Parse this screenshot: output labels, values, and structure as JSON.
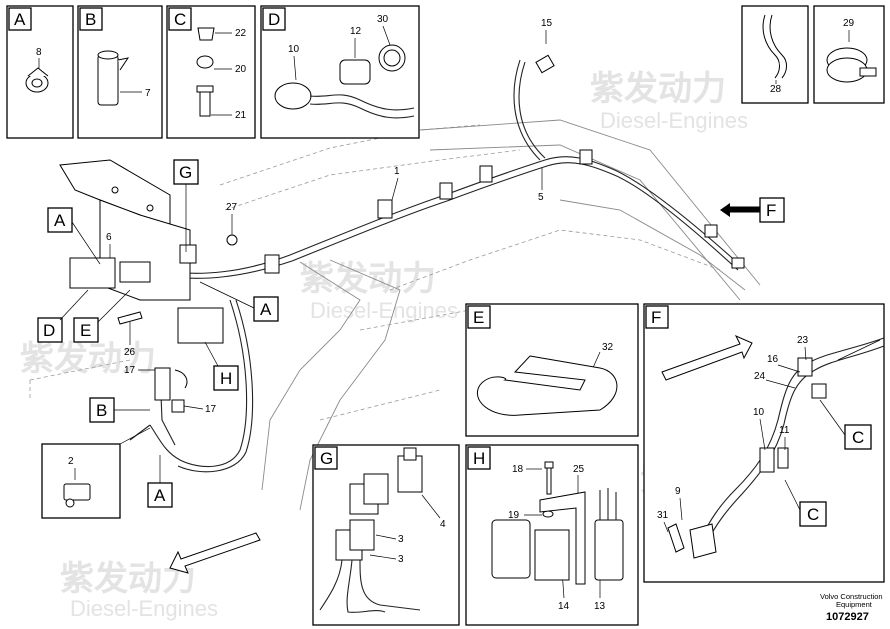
{
  "watermark": {
    "cn": "紫发动力",
    "en": "Diesel-Engines"
  },
  "detail_boxes": {
    "A": {
      "letter": "A",
      "parts": [
        "8"
      ]
    },
    "B": {
      "letter": "B",
      "parts": [
        "7"
      ]
    },
    "C": {
      "letter": "C",
      "parts": [
        "22",
        "20",
        "21"
      ]
    },
    "D": {
      "letter": "D",
      "parts": [
        "30",
        "10",
        "12"
      ]
    },
    "E": {
      "letter": "E",
      "parts": [
        "32"
      ]
    },
    "F": {
      "letter": "F",
      "parts": [
        "23",
        "16",
        "24",
        "10",
        "11",
        "9",
        "31"
      ],
      "callouts": [
        "C",
        "C"
      ]
    },
    "G": {
      "letter": "G",
      "parts": [
        "3",
        "3",
        "4"
      ]
    },
    "H": {
      "letter": "H",
      "parts": [
        "18",
        "25",
        "19",
        "14",
        "13"
      ]
    }
  },
  "top_right_parts": [
    "28",
    "29"
  ],
  "inset_part": "2",
  "main_parts": [
    "15",
    "1",
    "5",
    "27",
    "6",
    "26",
    "17",
    "17"
  ],
  "main_callouts": {
    "A1": "A",
    "A2": "A",
    "A3": "A",
    "B": "B",
    "D": "D",
    "E": "E",
    "F": "F",
    "G": "G",
    "H": "H"
  },
  "footer": {
    "brand_line1": "Volvo Construction",
    "brand_line2": "Equipment",
    "doc_number": "1072927"
  }
}
